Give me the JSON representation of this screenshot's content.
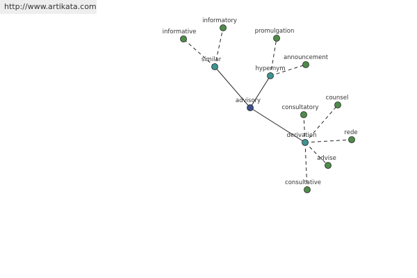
{
  "site_url": "http://www.artikata.com",
  "colors": {
    "center": "#3d4f8c",
    "relation": "#3e9490",
    "leaf": "#4e8c4a"
  },
  "diagram": {
    "center": {
      "id": "advisory",
      "label": "advisory"
    },
    "relations": [
      {
        "id": "similar",
        "label": "similar"
      },
      {
        "id": "hypernym",
        "label": "hypernym"
      },
      {
        "id": "derivation",
        "label": "derivation"
      }
    ],
    "leaves": [
      {
        "id": "informative",
        "label": "informative",
        "parent": "similar"
      },
      {
        "id": "informatory",
        "label": "informatory",
        "parent": "similar"
      },
      {
        "id": "promulgation",
        "label": "promulgation",
        "parent": "hypernym"
      },
      {
        "id": "announcement",
        "label": "announcement",
        "parent": "hypernym"
      },
      {
        "id": "consultatory",
        "label": "consultatory",
        "parent": "derivation"
      },
      {
        "id": "counsel",
        "label": "counsel",
        "parent": "derivation"
      },
      {
        "id": "rede",
        "label": "rede",
        "parent": "derivation"
      },
      {
        "id": "advise",
        "label": "advise",
        "parent": "derivation"
      },
      {
        "id": "consultative",
        "label": "consultative",
        "parent": "derivation"
      }
    ]
  }
}
